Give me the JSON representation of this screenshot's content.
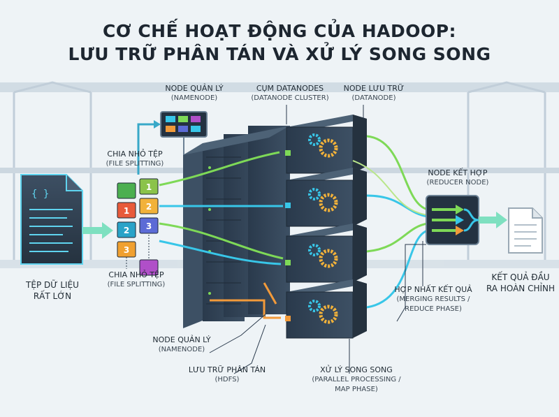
{
  "title": {
    "line1": "CƠ CHẾ HOẠT ĐỘNG CỦA HADOOP:",
    "line2": "LƯU TRỮ PHÂN TÁN VÀ XỬ LÝ SONG SONG"
  },
  "labels": {
    "namenode_top": {
      "vi": "NODE QUẢN LÝ",
      "en": "(NAMENODE)"
    },
    "cluster": {
      "vi": "CỤM DATANODES",
      "en": "(DATANODE CLUSTER)"
    },
    "datanode": {
      "vi": "NODE LƯU TRỮ",
      "en": "(DATANODE)"
    },
    "split_top": {
      "vi": "CHIA NHỎ TỆP",
      "en": "(FILE SPLITTING)"
    },
    "reducer": {
      "vi": "NODE KẾT HỢP",
      "en": "(REDUCER NODE)"
    },
    "big_file": {
      "l1": "TỆP DỮ LIỆU",
      "l2": "RẤT LỚN"
    },
    "split_bottom": {
      "vi": "CHIA NHỎ TỆP",
      "en": "(FILE SPLITTING)"
    },
    "result": {
      "l1": "KẾT QUẢ ĐẦU",
      "l2": "RA HOÀN CHỈNH"
    },
    "merge": {
      "vi": "HỢP NHẤT KẾT QUẢ",
      "en1": "(MERGING RESULTS /",
      "en2": "REDUCE PHASE)"
    },
    "namenode_bottom": {
      "vi": "NODE QUẢN LÝ",
      "en": "(NAMENODE)"
    },
    "hdfs": {
      "vi": "LƯU TRỮ PHÂN TÁN",
      "en": "(HDFS)"
    },
    "parallel": {
      "vi": "XỬ LÝ SONG SONG",
      "en1": "(PARALLEL PROCESSING /",
      "en2": "MAP PHASE)"
    }
  },
  "blocks": {
    "left_numbers": [
      "1",
      "2",
      "3"
    ],
    "right_numbers": [
      "1",
      "2",
      "3"
    ],
    "left_colors": [
      "#4caf50",
      "#e85a3a",
      "#29a3c8",
      "#f0a030"
    ],
    "right_colors": [
      "#8bc34a",
      "#f2b23a",
      "#5c6bd6",
      "#b04fc8"
    ]
  },
  "file_icon": "code-braces-icon",
  "colors": {
    "cyan": "#38c6e8",
    "green": "#7ed957",
    "orange": "#f29a3a",
    "server": "#2f3f52",
    "steel": "#b7c6d3"
  }
}
